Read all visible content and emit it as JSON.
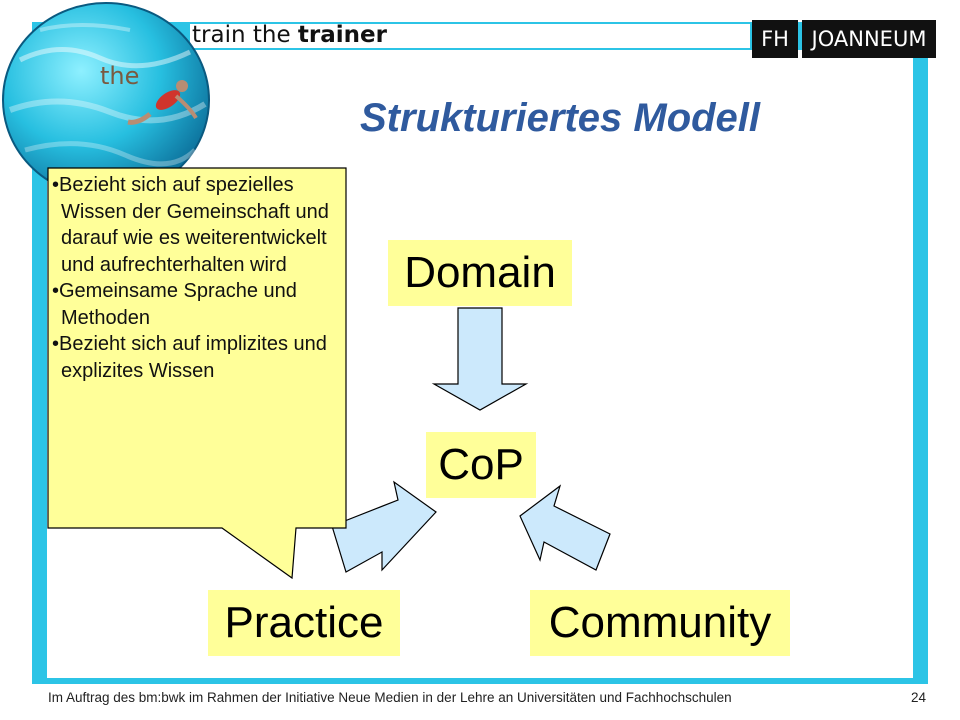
{
  "header": {
    "train": "train",
    "the": "the",
    "trainer": "trainer",
    "logo_fh": "FH",
    "logo_joanneum": "JOANNEUM"
  },
  "globe": {
    "text": "the"
  },
  "title": "Strukturiertes Modell",
  "diagram": {
    "domain": "Domain",
    "cop": "CoP",
    "practice": "Practice",
    "community": "Community"
  },
  "callout": {
    "items": [
      "•Bezieht sich auf spezielles Wissen der Gemeinschaft und darauf wie es weiterentwickelt und aufrechterhalten wird",
      "•Gemeinsame Sprache und Methoden",
      "•Bezieht sich auf implizites und explizites Wissen"
    ]
  },
  "footer": {
    "text": "Im Auftrag des bm:bwk im Rahmen der Initiative Neue Medien in der Lehre an Universitäten und Fachhochschulen",
    "page_number": "24"
  },
  "colors": {
    "frame": "#2cc4e6",
    "label_fill": "#ffff99",
    "arrow_fill": "#cce9fc",
    "title": "#2f5a9e"
  }
}
